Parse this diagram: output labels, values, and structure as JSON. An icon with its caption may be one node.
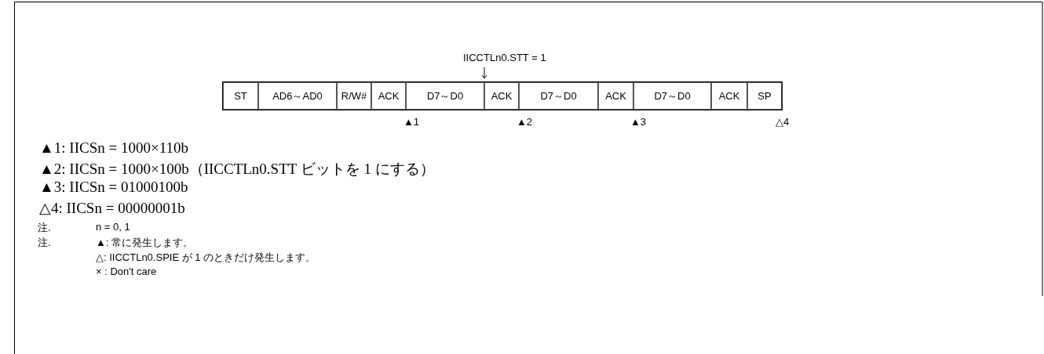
{
  "diagram": {
    "nodes": [
      {
        "text": [
          "ST"
        ]
      },
      {
        "text": [
          "AD6～AD0"
        ]
      },
      {
        "text": [
          "R/W#"
        ]
      },
      {
        "text": [
          "ACK"
        ]
      },
      {
        "text": [
          "D7～D0"
        ]
      },
      {
        "text": [
          "ACK"
        ]
      },
      {
        "text": [
          "D7～D0"
        ]
      },
      {
        "text": [
          "ACK"
        ]
      },
      {
        "text": [
          "D7～D0"
        ]
      },
      {
        "text": [
          "ACK"
        ]
      },
      {
        "text": [
          "SP"
        ]
      }
    ],
    "labels": [
      "IICCTLn0.STT = 1",
      "▲1",
      "▲2",
      "▲3",
      "△4",
      "▲1: IICSn = 1000×110b",
      "▲2: IICSn = 1000×100b（IICCTLn0.STT ビットを 1 にする）",
      "▲3: IICSn = 01000100b",
      "△4: IICSn = 00000001b",
      "注.",
      "n = 0, 1",
      "注.",
      "▲: 常に発生します。",
      "△: IICCTLn0.SPIE が 1 のときだけ発生します。",
      "× : Don't care"
    ]
  }
}
